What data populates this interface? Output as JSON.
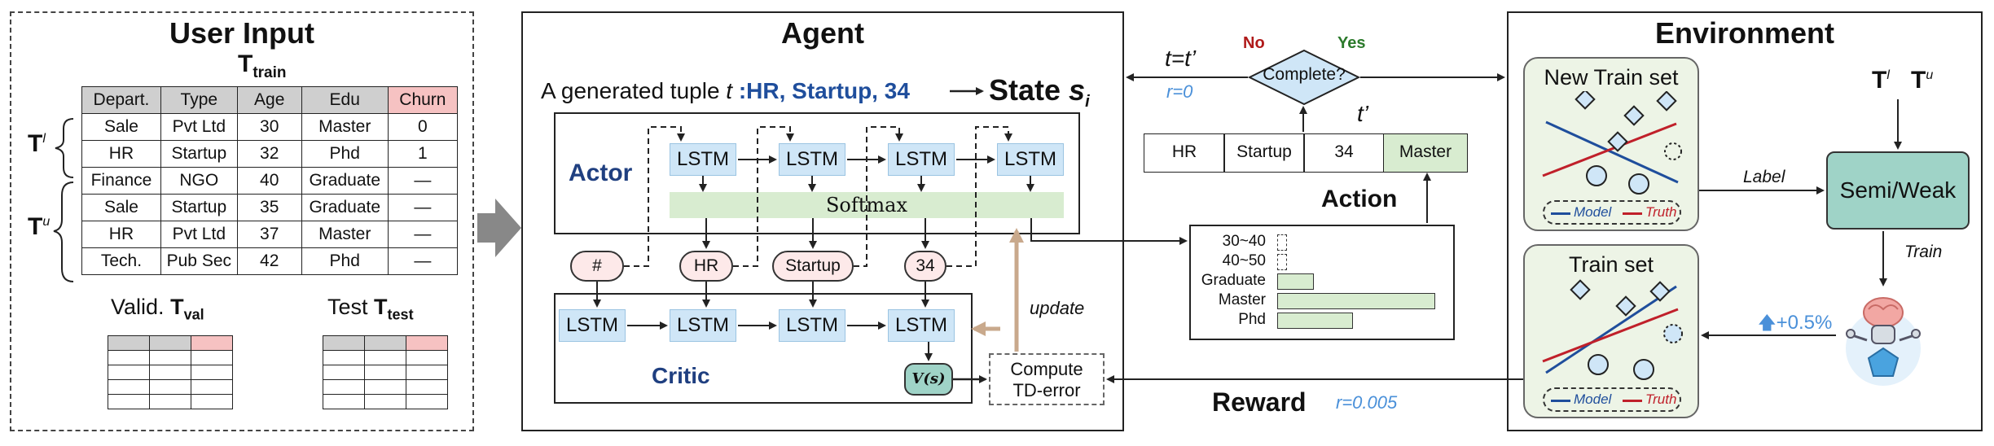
{
  "user_input": {
    "title": "User Input",
    "train_label": "T",
    "train_sub": "train",
    "columns": [
      "Depart.",
      "Type",
      "Age",
      "Edu",
      "Churn"
    ],
    "rows": [
      [
        "Sale",
        "Pvt Ltd",
        "30",
        "Master",
        "0"
      ],
      [
        "HR",
        "Startup",
        "32",
        "Phd",
        "1"
      ],
      [
        "Finance",
        "NGO",
        "40",
        "Graduate",
        "—"
      ],
      [
        "Sale",
        "Startup",
        "35",
        "Graduate",
        "—"
      ],
      [
        "HR",
        "Pvt Ltd",
        "37",
        "Master",
        "—"
      ],
      [
        "Tech.",
        "Pub Sec",
        "42",
        "Phd",
        "—"
      ]
    ],
    "labeled_mark": "T",
    "labeled_sup": "l",
    "unlabeled_mark": "T",
    "unlabeled_sup": "u",
    "valid_label": "Valid.",
    "valid_T": "T",
    "valid_sub": "val",
    "test_label": "Test",
    "test_T": "T",
    "test_sub": "test"
  },
  "agent": {
    "title": "Agent",
    "tuple_prefix": "A generated tuple",
    "tuple_var": "t",
    "tuple_value": ":HR, Startup, 34",
    "state_label": "State",
    "state_var": "s",
    "state_sub": "i",
    "actor_label": "Actor",
    "critic_label": "Critic",
    "lstm_label": "LSTM",
    "softmax_label": "Softmax",
    "tokens": [
      "#",
      "HR",
      "Startup",
      "34"
    ],
    "value_label": "V(s)",
    "td_label_1": "Compute",
    "td_label_2": "TD-error",
    "update_label": "update"
  },
  "middle": {
    "condition": "t=t’",
    "r0": "r=0",
    "no_label": "No",
    "yes_label": "Yes",
    "complete_label": "Complete?",
    "t_prime": "t’",
    "tuple_cells": [
      "HR",
      "Startup",
      "34",
      "Master"
    ],
    "action_label": "Action",
    "reward_label": "Reward",
    "reward_value": "r=0.005",
    "distribution": {
      "categories": [
        "30~40",
        "40~50",
        "Graduate",
        "Master",
        "Phd"
      ],
      "values": [
        0.03,
        0.03,
        0.15,
        0.65,
        0.31
      ]
    }
  },
  "environment": {
    "title": "Environment",
    "new_train_title": "New Train set",
    "train_title": "Train set",
    "legend_model": "Model",
    "legend_truth": "Truth",
    "label_arrow": "Label",
    "train_arrow": "Train",
    "semi_weak": "Semi/Weak",
    "improvement": "+0.5%",
    "T_l": "T",
    "T_l_sup": "l",
    "T_u": "T",
    "T_u_sup": "u"
  },
  "colors": {
    "model": "#1f4e9c",
    "truth": "#c0202a",
    "lstm": "#cfe6f7",
    "softmax": "#d8ecd0",
    "semi_weak": "#9fd3c7",
    "highlight_blue": "#4a90d9",
    "update_arrow": "#c9a98c"
  }
}
